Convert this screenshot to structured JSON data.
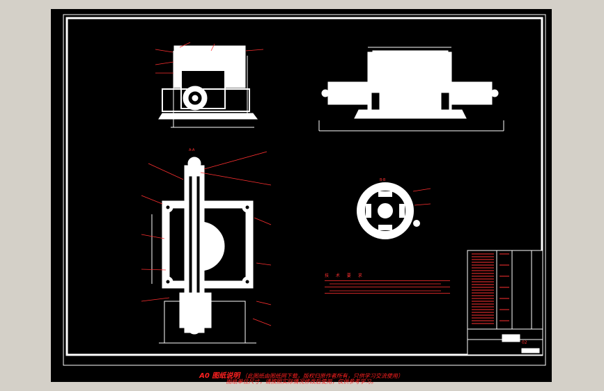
{
  "window": {
    "background_color": "#d4d0c8"
  },
  "drawing": {
    "background_color": "#000000",
    "line_color": "#ffffff",
    "annotation_color": "#ff2020",
    "technical_notes_title": "技 术 要 求",
    "section_label_top": "A-A",
    "section_label_bottom": "B-B",
    "sheet_id": "02"
  },
  "footer_caption": {
    "main": "A0 图纸说明",
    "line1": "（此图纸由图纸网下载，版权归原作者所有，只供学习交流使用）",
    "line2": "图纸单位尺寸，请按照实际情况修改后使用，仅供参考学习。"
  }
}
